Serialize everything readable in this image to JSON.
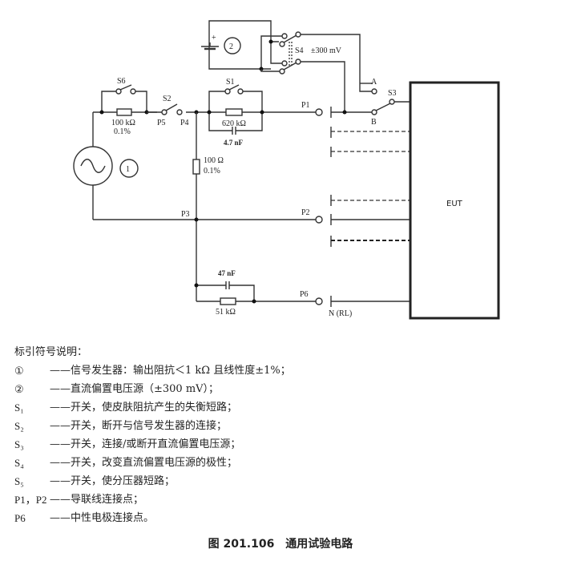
{
  "diagram": {
    "labels": {
      "source_1": "1",
      "source_2": "2",
      "battery_plus": "+",
      "s6": "S6",
      "s2": "S2",
      "s1": "S1",
      "s3": "S3",
      "s4": "S4",
      "s4_value": "±300 mV",
      "r_100k": "100 kΩ",
      "r_100k_tol": "0.1%",
      "r_620k": "620 kΩ",
      "c_4n7": "4.7 nF",
      "r_100": "100 Ω",
      "r_100_tol": "0.1%",
      "c_47n": "47 nF",
      "r_51k": "51 kΩ",
      "p1": "P1",
      "p2": "P2",
      "p3": "P3",
      "p4": "P4",
      "p5": "P5",
      "p6": "P6",
      "a": "A",
      "b": "B",
      "n_rl": "N (RL)",
      "eut": "EUT"
    }
  },
  "legend": {
    "title": "标引符号说明：",
    "items": [
      {
        "symbol": "①",
        "description": "——信号发生器：输出阻抗＜1 kΩ 且线性度±1%；"
      },
      {
        "symbol": "②",
        "description": "——直流偏置电压源（±300 mV）；"
      },
      {
        "symbol": "S₁",
        "description": "——开关，使皮肤阻抗产生的失衡短路；"
      },
      {
        "symbol": "S₂",
        "description": "——开关，断开与信号发生器的连接；"
      },
      {
        "symbol": "S₃",
        "description": "——开关，连接/或断开直流偏置电压源；"
      },
      {
        "symbol": "S₄",
        "description": "——开关，改变直流偏置电压源的极性；"
      },
      {
        "symbol": "S₅",
        "description": "——开关，使分压器短路；"
      },
      {
        "symbol": "P1，P2",
        "description": "——导联线连接点；"
      },
      {
        "symbol": "P6",
        "description": "——中性电极连接点。"
      }
    ]
  },
  "caption": "图 201.106　通用试验电路"
}
